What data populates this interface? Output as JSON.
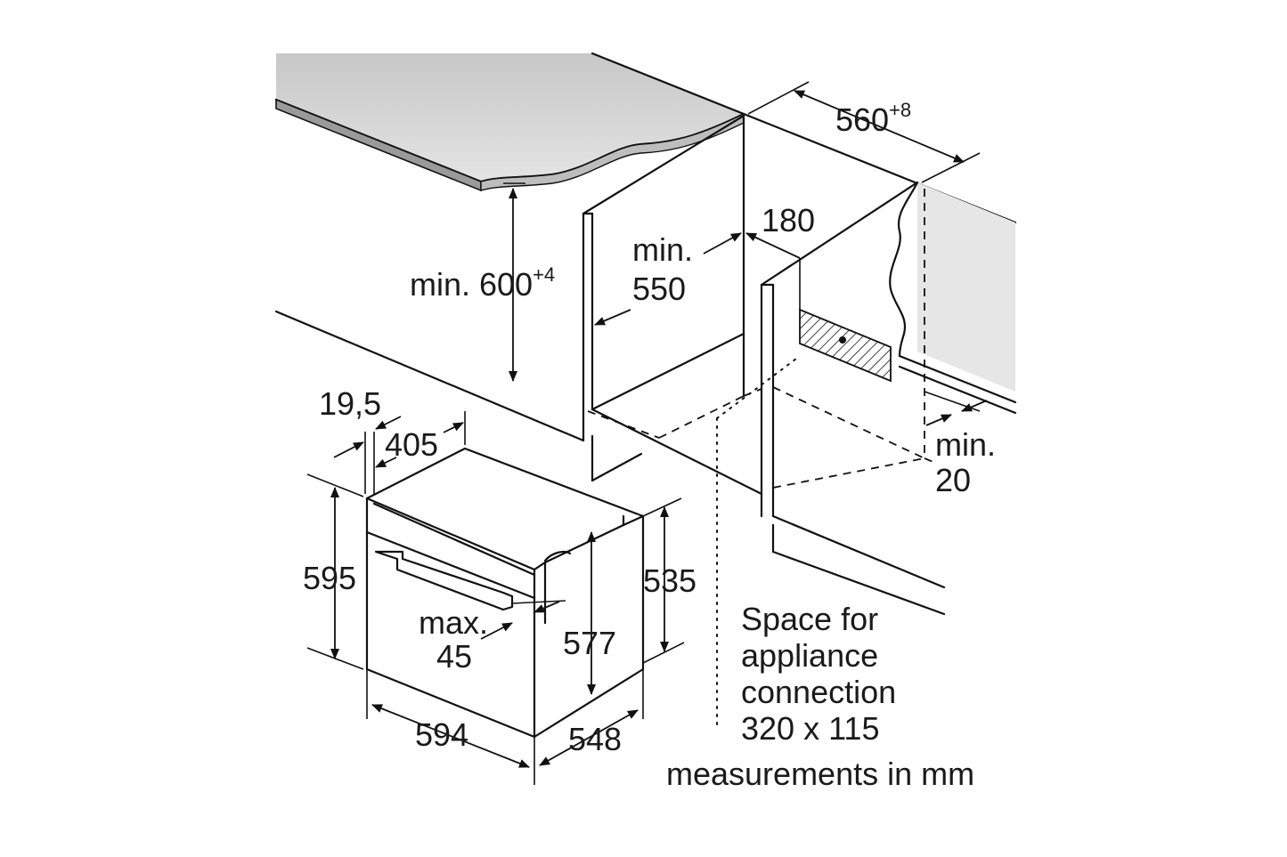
{
  "dimensions": {
    "niche_width": "560",
    "niche_width_tolerance": "+8",
    "niche_height": "min. 600",
    "niche_height_tolerance": "+4",
    "depth_min_line1": "min.",
    "depth_min_line2": "550",
    "connection_offset": "180",
    "rear_gap_line1": "min.",
    "rear_gap_line2": "20",
    "front_panel": "19,5",
    "top_depth": "405",
    "appliance_height": "595",
    "body_height": "535",
    "body_height_front": "577",
    "handle_line1": "max.",
    "handle_line2": "45",
    "appliance_width": "594",
    "appliance_depth": "548"
  },
  "notes": {
    "connection_line1": "Space for",
    "connection_line2": "appliance",
    "connection_line3": "connection",
    "connection_line4": "320 x 115",
    "units": "measurements in mm"
  }
}
